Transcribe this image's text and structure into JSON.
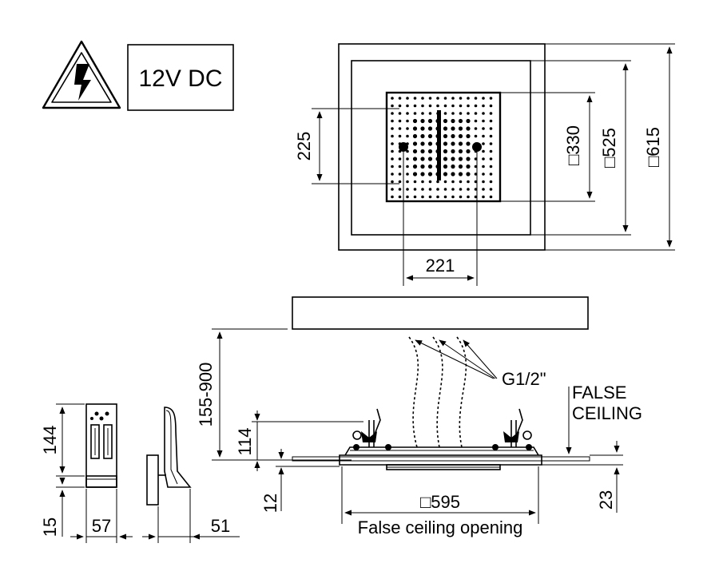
{
  "warning": {
    "voltage_label": "12V DC"
  },
  "top_view": {
    "dims": {
      "inner_height": "225",
      "nozzle_spacing": "221",
      "panel_330": "□330",
      "panel_525": "□525",
      "panel_615": "□615"
    }
  },
  "side_view": {
    "dims": {
      "ceiling_gap": "155-900",
      "height_114": "114",
      "thickness_12": "12",
      "thickness_23": "23",
      "opening": "□595"
    },
    "labels": {
      "pipe_thread": "G1/2\"",
      "false_ceiling_line1": "FALSE",
      "false_ceiling_line2": "CEILING",
      "false_ceiling_opening": "False ceiling opening"
    }
  },
  "control_box": {
    "dims": {
      "height_144": "144",
      "height_15": "15",
      "width_57": "57",
      "depth_51": "51"
    }
  }
}
